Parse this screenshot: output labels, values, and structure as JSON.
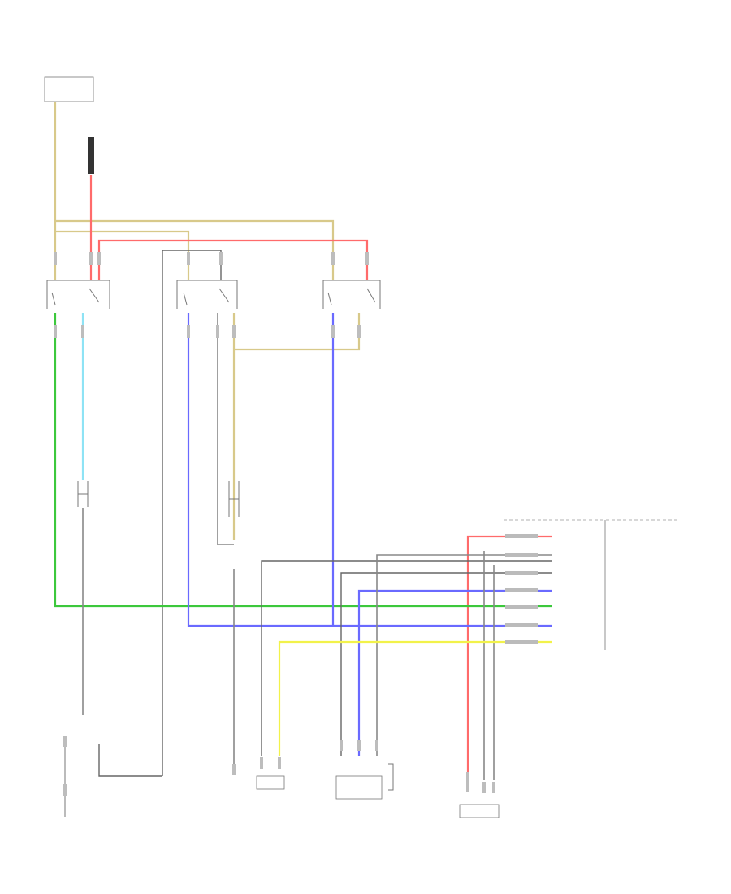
{
  "diagram": {
    "footer_code": "",
    "wire_colors": {
      "tan": "#d8c98a",
      "red": "#ff6b6b",
      "green": "#3cc83c",
      "lightblue": "#8ee3f5",
      "blue": "#6a6aff",
      "yellow": "#f2f24a",
      "gray": "#9a9a9a",
      "darkgray": "#666666",
      "white": "#e6e6e6",
      "pink": "#ff9a9a"
    },
    "components": [
      {
        "id": "underhood-fuse-box",
        "label": "",
        "note": ""
      },
      {
        "id": "fuse",
        "label": "",
        "note": ""
      },
      {
        "id": "relay-1",
        "label": ""
      },
      {
        "id": "relay-2",
        "label": ""
      },
      {
        "id": "relay-3",
        "label": ""
      },
      {
        "id": "left-fan",
        "label": ""
      },
      {
        "id": "right-fan",
        "label": ""
      },
      {
        "id": "pcm",
        "label": "",
        "title": ""
      },
      {
        "id": "ground-1",
        "label": ""
      },
      {
        "id": "ground-2",
        "label": ""
      },
      {
        "id": "sensor-1",
        "label": ""
      },
      {
        "id": "sensor-2",
        "label": ""
      },
      {
        "id": "sensor-3",
        "label": ""
      },
      {
        "id": "ac-sw",
        "label": ""
      }
    ],
    "pcm_pins": [
      "",
      "",
      "",
      "",
      "",
      "",
      "",
      ""
    ]
  }
}
